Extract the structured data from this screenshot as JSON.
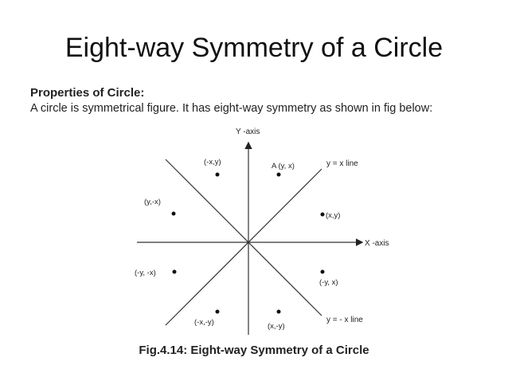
{
  "slide": {
    "title": "Eight-way Symmetry of a Circle"
  },
  "content": {
    "heading": "Properties of Circle:",
    "text": "A circle is symmetrical figure. It has eight-way symmetry as shown in fig below:"
  },
  "figure": {
    "y_axis_label": "Y -axis",
    "x_axis_label": "X -axis",
    "line_y_eq_x_label": "y = x line",
    "line_y_eq_neg_x_label": "y = - x line",
    "points": [
      {
        "id": "top-left",
        "label": "(-x,y)"
      },
      {
        "id": "top-right",
        "label": "A (y, x)"
      },
      {
        "id": "upper-left",
        "label": "(y,-x)"
      },
      {
        "id": "upper-right",
        "label": "(x,y)"
      },
      {
        "id": "lower-left",
        "label": "(-y, -x)"
      },
      {
        "id": "lower-right",
        "label": "(-y, x)"
      },
      {
        "id": "bottom-left",
        "label": "(-x,-y)"
      },
      {
        "id": "bottom-right",
        "label": "(x,-y)"
      }
    ],
    "caption": "Fig.4.14: Eight-way Symmetry of a Circle"
  }
}
